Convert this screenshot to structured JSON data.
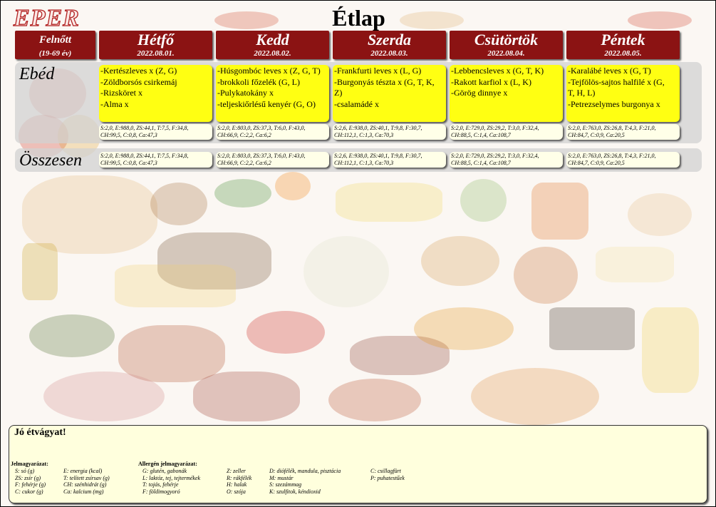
{
  "logo": "EPER",
  "title": "Étlap",
  "age_group": {
    "label": "Felnőtt",
    "range": "(19-69 év)"
  },
  "days": [
    {
      "name": "Hétfő",
      "date": "2022.08.01."
    },
    {
      "name": "Kedd",
      "date": "2022.08.02."
    },
    {
      "name": "Szerda",
      "date": "2022.08.03."
    },
    {
      "name": "Csütörtök",
      "date": "2022.08.04."
    },
    {
      "name": "Péntek",
      "date": "2022.08.05."
    }
  ],
  "rows": {
    "lunch": "Ebéd",
    "total": "Összesen"
  },
  "lunch": [
    {
      "items": [
        "-Kertészleves x (Z, G)",
        "-Zöldborsós csirkemáj",
        "-Rizsköret x",
        "-Alma x"
      ],
      "nutrition": [
        "S:2,0, E:988,0, ZS:44,1, T:7,5, F:34,8,",
        "CH:99,5, C:0,8, Ca:47,3"
      ]
    },
    {
      "items": [
        "-Húsgombóc leves x (Z, G, T)",
        "-brokkoli főzelék (G, L)",
        "-Pulykatokány x",
        "-teljeskiőrlésű kenyér (G, O)"
      ],
      "nutrition": [
        "S:2,0, E:803,0, ZS:37,3, T:6,0, F:43,0,",
        "CH:66,9, C:2,2, Ca:6,2"
      ]
    },
    {
      "items": [
        "-Frankfurti leves x (L, G)",
        "-Burgonyás tészta x (G, T, K,",
        "Z)",
        "-csalamádé x"
      ],
      "nutrition": [
        "S:2,6, E:938,0, ZS:40,1, T:9,8, F:30,7,",
        "CH:112,1, C:1,3, Ca:70,3"
      ]
    },
    {
      "items": [
        "-Lebbencsleves x (G, T, K)",
        "-Rakott karfiol x (L, K)",
        "-Görög dinnye x"
      ],
      "nutrition": [
        "S:2,0, E:729,0, ZS:29,2, T:3,0, F:32,4,",
        "CH:88,5, C:1,4, Ca:108,7"
      ]
    },
    {
      "items": [
        "-Karalábé leves x (G, T)",
        "-Tejfölös-sajtos halfilé x (G,",
        "T, H, L)",
        "-Petrezselymes burgonya x"
      ],
      "nutrition": [
        "S:2,0, E:763,0, ZS:26,8, T:4,3, F:21,0,",
        "CH:84,7, C:0,9, Ca:20,5"
      ]
    }
  ],
  "totals": [
    [
      "S:2,0, E:988,0, ZS:44,1, T:7,5, F:34,8,",
      "CH:99,5, C:0,8, Ca:47,3"
    ],
    [
      "S:2,0, E:803,0, ZS:37,3, T:6,0, F:43,0,",
      "CH:66,9, C:2,2, Ca:6,2"
    ],
    [
      "S:2,6, E:938,0, ZS:40,1, T:9,8, F:30,7,",
      "CH:112,1, C:1,3, Ca:70,3"
    ],
    [
      "S:2,0, E:729,0, ZS:29,2, T:3,0, F:32,4,",
      "CH:88,5, C:1,4, Ca:108,7"
    ],
    [
      "S:2,0, E:763,0, ZS:26,8, T:4,3, F:21,0,",
      "CH:84,7, C:0,9, Ca:20,5"
    ]
  ],
  "footer": {
    "greeting": "Jó étvágyat!",
    "symbols_title": "Jelmagyarázat:",
    "symbols_col1": [
      "S: só (g)",
      "ZS: zsír (g)",
      "F: fehérje (g)",
      "C: cukor (g)"
    ],
    "symbols_col2": [
      "E: energia (kcal)",
      "T: telített zsírsav (g)",
      "CH: szénhidrát (g)",
      "Ca: kalcium (mg)"
    ],
    "allergen_title": "Allergén jelmagyarázat:",
    "allergen_col1": [
      "G: glutén, gabonák",
      "L: laktóz, tej, tejtermékek",
      "T: tojás, fehérje",
      "F: földimogyoró"
    ],
    "allergen_col2": [
      "Z: zeller",
      "R: rákfélék",
      "H: halak",
      "O: szója"
    ],
    "allergen_col3": [
      "D: diófélék, mandula, pisztácia",
      "M: mustár",
      "S: szezámmag",
      "K: szulfitok, kéndioxid"
    ],
    "allergen_col4": [
      "C: csillagfürt",
      "P: puhatestűek"
    ]
  }
}
